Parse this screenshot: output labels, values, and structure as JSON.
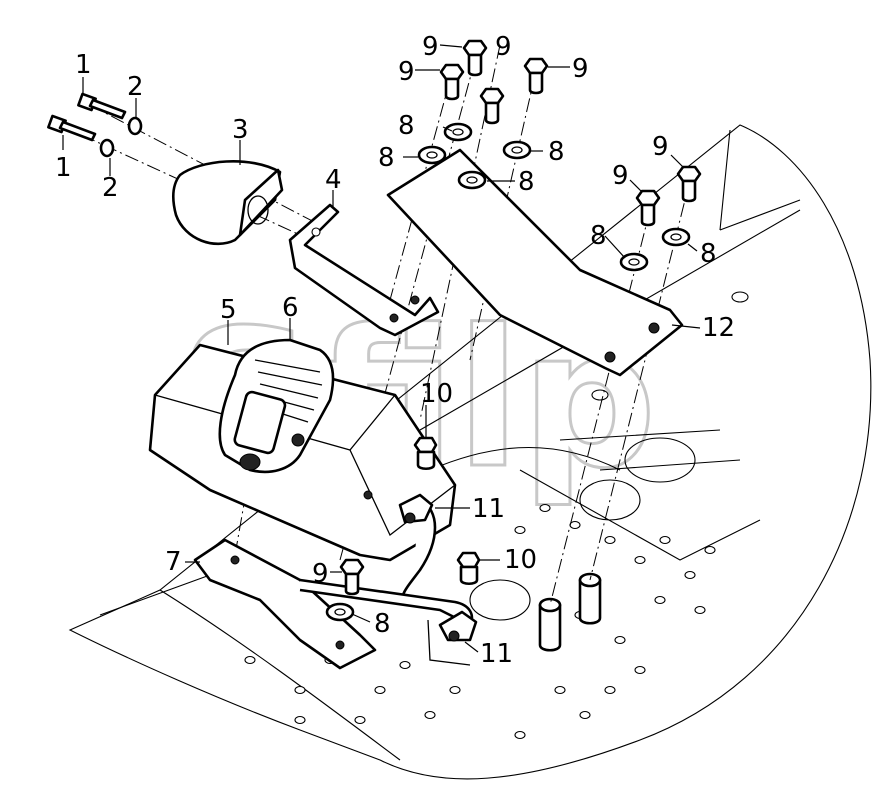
{
  "watermark": {
    "text": "Sfilp"
  },
  "callouts": [
    {
      "id": "c1a",
      "text": "1"
    },
    {
      "id": "c1b",
      "text": "1"
    },
    {
      "id": "c2a",
      "text": "2"
    },
    {
      "id": "c2b",
      "text": "2"
    },
    {
      "id": "c3",
      "text": "3"
    },
    {
      "id": "c4",
      "text": "4"
    },
    {
      "id": "c5",
      "text": "5"
    },
    {
      "id": "c6",
      "text": "6"
    },
    {
      "id": "c7",
      "text": "7"
    },
    {
      "id": "c8a",
      "text": "8"
    },
    {
      "id": "c8b",
      "text": "8"
    },
    {
      "id": "c8c",
      "text": "8"
    },
    {
      "id": "c8d",
      "text": "8"
    },
    {
      "id": "c8e",
      "text": "8"
    },
    {
      "id": "c8f",
      "text": "8"
    },
    {
      "id": "c8g",
      "text": "8"
    },
    {
      "id": "c9a",
      "text": "9"
    },
    {
      "id": "c9b",
      "text": "9"
    },
    {
      "id": "c9c",
      "text": "9"
    },
    {
      "id": "c9d",
      "text": "9"
    },
    {
      "id": "c9e",
      "text": "9"
    },
    {
      "id": "c9f",
      "text": "9"
    },
    {
      "id": "c9g",
      "text": "9"
    },
    {
      "id": "c10a",
      "text": "10"
    },
    {
      "id": "c10b",
      "text": "10"
    },
    {
      "id": "c11a",
      "text": "11"
    },
    {
      "id": "c11b",
      "text": "11"
    },
    {
      "id": "c12",
      "text": "12"
    }
  ]
}
